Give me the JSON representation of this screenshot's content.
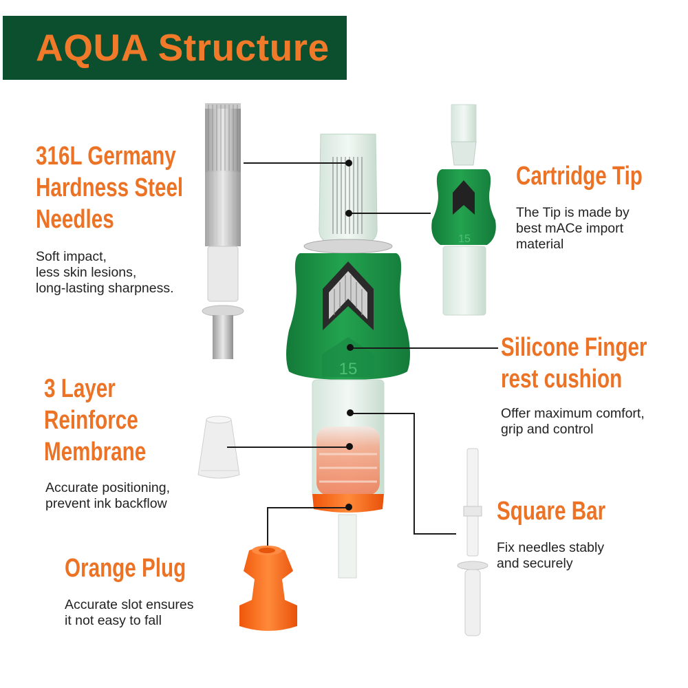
{
  "banner": {
    "title": "AQUA Structure",
    "background": "#0b4f2e",
    "text_color": "#f07a2a"
  },
  "callouts": [
    {
      "id": "needles",
      "heading_lines": [
        "316L Germany",
        "Hardness Steel",
        "Needles"
      ],
      "description_lines": [
        "Soft impact,",
        "less skin lesions,",
        "long-lasting sharpness."
      ]
    },
    {
      "id": "cartridge-tip",
      "heading_lines": [
        "Cartridge Tip"
      ],
      "description_lines": [
        "The Tip is made by",
        "best mACe import",
        "material"
      ]
    },
    {
      "id": "finger-rest",
      "heading_lines": [
        "Silicone Finger",
        "rest cushion"
      ],
      "description_lines": [
        "Offer maximum comfort,",
        "grip and control"
      ]
    },
    {
      "id": "membrane",
      "heading_lines": [
        "3 Layer",
        "Reinforce",
        "Membrane"
      ],
      "description_lines": [
        "Accurate positioning,",
        "prevent ink backflow"
      ]
    },
    {
      "id": "square-bar",
      "heading_lines": [
        "Square Bar"
      ],
      "description_lines": [
        "Fix needles stably",
        "and securely"
      ]
    },
    {
      "id": "orange-plug",
      "heading_lines": [
        "Orange Plug"
      ],
      "description_lines": [
        "Accurate slot ensures",
        "it not easy to fall"
      ]
    }
  ],
  "product": {
    "size_marking": "15",
    "colors": {
      "grip_green": "#1f9a4a",
      "grip_dark_green": "#137a38",
      "plug_orange": "#ff6a13",
      "heading_orange": "#ec7325",
      "body_text": "#222222",
      "clear_plastic": "#e4f1ea"
    },
    "images": [
      "needle-group-icon",
      "cartridge-assembly-icon",
      "cartridge-tip-icon",
      "membrane-icon",
      "square-bar-icon",
      "orange-plug-icon"
    ]
  }
}
